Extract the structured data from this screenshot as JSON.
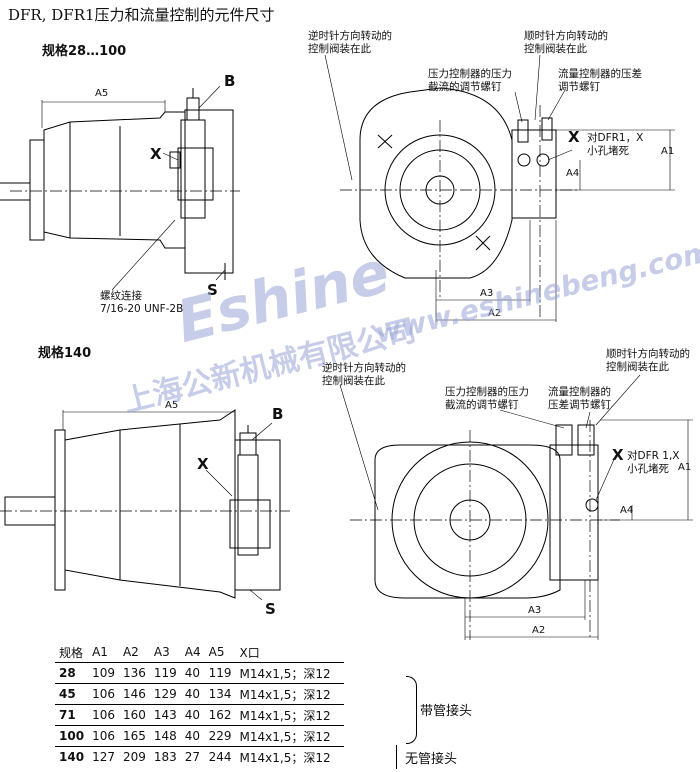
{
  "title": "DFR, DFR1压力和流量控制的元件尺寸",
  "section1": {
    "heading": "规格28…100",
    "label_b": "B",
    "label_x": "X",
    "label_s": "S",
    "dim_a5": "A5",
    "port_note": [
      "螺纹连接",
      "7/16-20 UNF-2B"
    ],
    "ccw_note": [
      "逆时针方向转动的",
      "控制阀装在此"
    ],
    "cw_note": [
      "顺时针方向转动的",
      "控制阀装在此"
    ],
    "pressure_note": [
      "压力控制器的压力",
      "截流的调节螺钉"
    ],
    "flow_note": [
      "流量控制器的压差",
      "调节螺钉"
    ],
    "x_label": "X",
    "x_note": [
      "对DFR1，X",
      "小孔堵死"
    ],
    "dim_a1": "A1",
    "dim_a2": "A2",
    "dim_a3": "A3",
    "dim_a4": "A4"
  },
  "section2": {
    "heading": "规格140",
    "label_b": "B",
    "label_x": "X",
    "label_s": "S",
    "dim_a5": "A5",
    "ccw_note": [
      "逆时针方向转动的",
      "控制阀装在此"
    ],
    "cw_note": [
      "顺时针方向转动的",
      "控制阀装在此"
    ],
    "pressure_note": [
      "压力控制器的压力",
      "截流的调节螺钉"
    ],
    "flow_note": [
      "流量控制器的",
      "压差调节螺钉"
    ],
    "x_label": "X",
    "x_note": [
      "对DFR 1,X",
      "小孔堵死"
    ],
    "dim_a1": "A1",
    "dim_a2": "A2",
    "dim_a3": "A3",
    "dim_a4": "A4"
  },
  "watermark": {
    "brand": "Eshine",
    "company": "上海公新机械有限公司",
    "url": "www.eshinebeng.com"
  },
  "table": {
    "headers": [
      "规格",
      "A1",
      "A2",
      "A3",
      "A4",
      "A5",
      "X口"
    ],
    "rows": [
      [
        "28",
        "109",
        "136",
        "119",
        "40",
        "119",
        "M14x1,5；深12"
      ],
      [
        "45",
        "106",
        "146",
        "129",
        "40",
        "134",
        "M14x1,5；深12"
      ],
      [
        "71",
        "106",
        "160",
        "143",
        "40",
        "162",
        "M14x1,5；深12"
      ],
      [
        "100",
        "106",
        "165",
        "148",
        "40",
        "229",
        "M14x1,5；深12"
      ],
      [
        "140",
        "127",
        "209",
        "183",
        "27",
        "244",
        "M14x1,5；深12"
      ]
    ],
    "group_note": "带管接头",
    "last_note": "无管接头"
  }
}
